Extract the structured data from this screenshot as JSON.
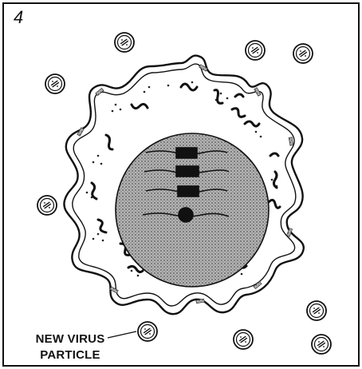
{
  "panel": {
    "number": "4",
    "label_line1": "NEW VIRUS",
    "label_line2": "PARTICLE"
  },
  "icons": [
    "virus-particle-icon",
    "host-cell-icon",
    "nucleus-icon",
    "chromosome-icon",
    "rna-strand-icon",
    "ribosome-dots-icon"
  ],
  "colors": {
    "ink": "#111111",
    "nucleus_fill": "#9a9a9a",
    "cytoplasm": "#ffffff"
  }
}
